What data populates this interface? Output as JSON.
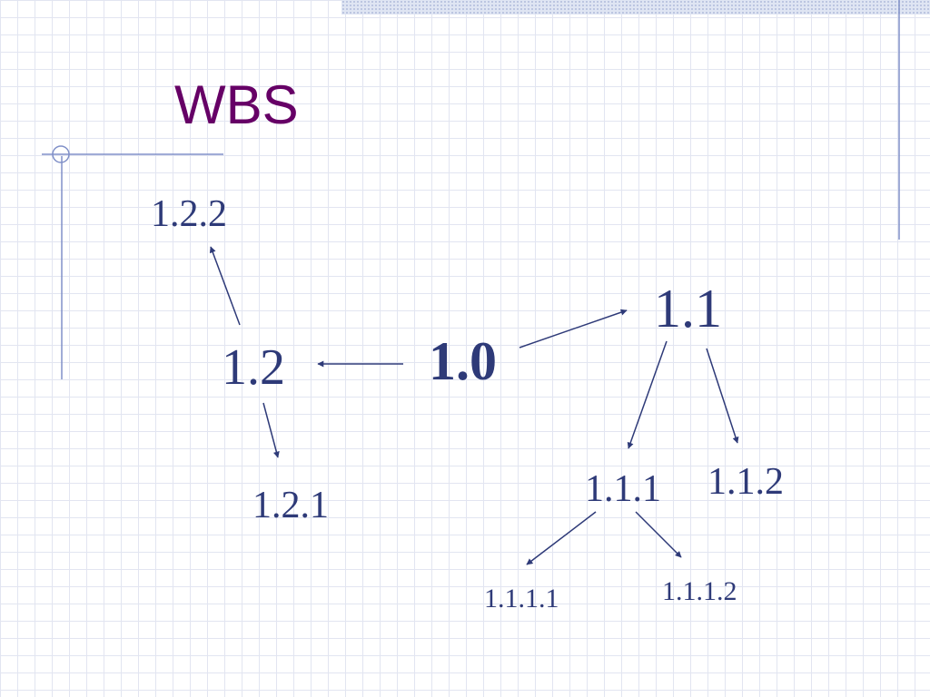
{
  "title": "WBS",
  "colors": {
    "title": "#660066",
    "node_text": "#2e3a78",
    "arrow": "#2e3a78",
    "grid": "#e2e5f1",
    "accent_line": "#8090c8"
  },
  "nodes": {
    "root": "1.0",
    "n1_1": "1.1",
    "n1_2": "1.2",
    "n1_1_1": "1.1.1",
    "n1_1_2": "1.1.2",
    "n1_2_1": "1.2.1",
    "n1_2_2": "1.2.2",
    "n1_1_1_1": "1.1.1.1",
    "n1_1_1_2": "1.1.1.2"
  },
  "edges": [
    {
      "from": "1.0",
      "to": "1.1"
    },
    {
      "from": "1.0",
      "to": "1.2"
    },
    {
      "from": "1.1",
      "to": "1.1.1"
    },
    {
      "from": "1.1",
      "to": "1.1.2"
    },
    {
      "from": "1.2",
      "to": "1.2.1"
    },
    {
      "from": "1.2",
      "to": "1.2.2"
    },
    {
      "from": "1.1.1",
      "to": "1.1.1.1"
    },
    {
      "from": "1.1.1",
      "to": "1.1.1.2"
    }
  ]
}
